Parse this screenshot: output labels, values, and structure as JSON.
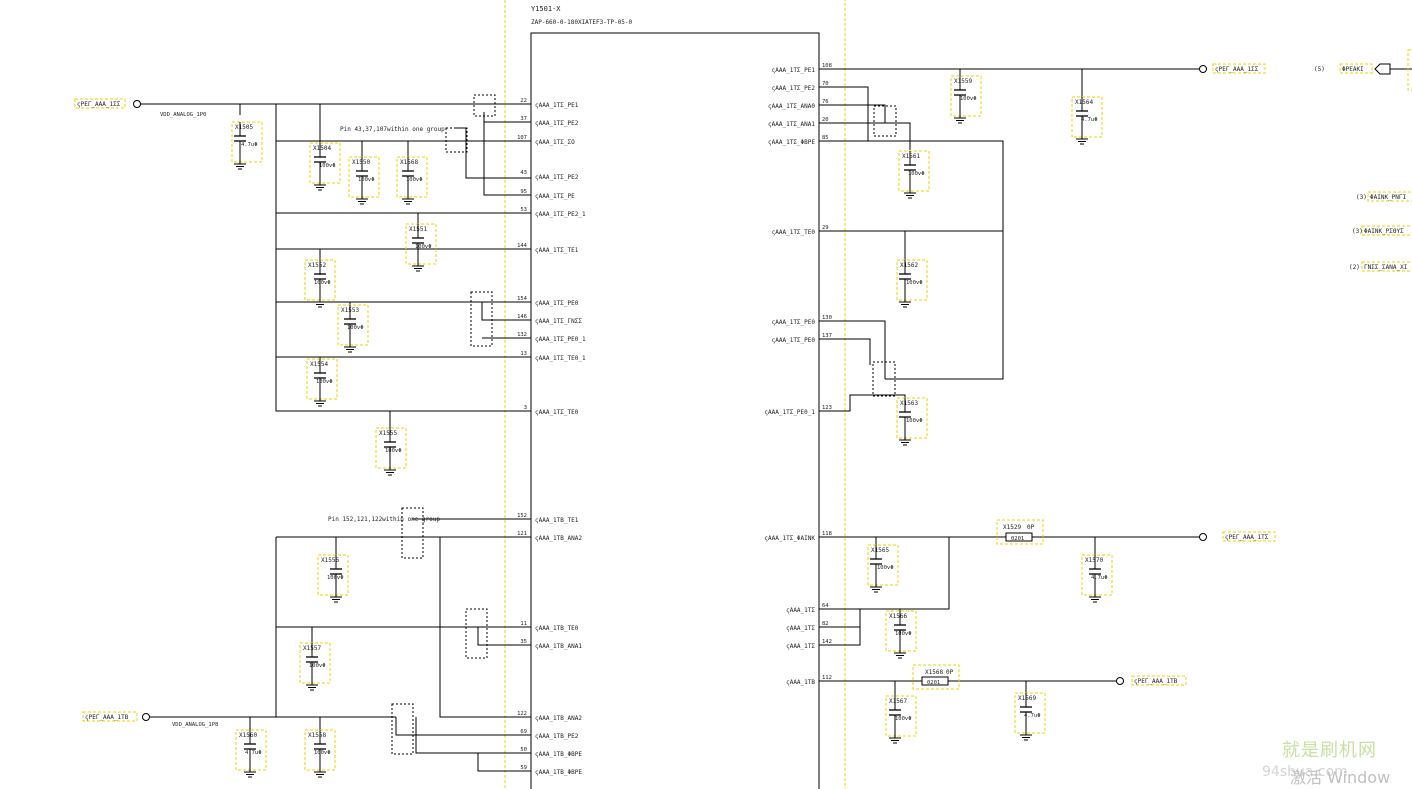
{
  "chip": {
    "ref": "Y1501-X",
    "part": "ZAP-660-0-180XIATEF3-TP-05-0",
    "left_pins": [
      {
        "num": "22",
        "name": "ςΑΑΑ_1ΤΣ_ΡΕ1"
      },
      {
        "num": "37",
        "name": "ςΑΑΑ_1ΤΣ_ΡΕ2"
      },
      {
        "num": "107",
        "name": "ςΑΑΑ_1ΤΣ_ΣΟ"
      },
      {
        "num": "43",
        "name": "ςΑΑΑ_1ΤΣ_ΡΕ2"
      },
      {
        "num": "95",
        "name": "ςΑΑΑ_1ΤΣ_ΡΕ"
      },
      {
        "num": "53",
        "name": "ςΑΑΑ_1ΤΣ_ΡΕ2_1"
      },
      {
        "num": "144",
        "name": "ςΑΑΑ_1ΤΣ_ΤΕ1"
      },
      {
        "num": "154",
        "name": "ςΑΑΑ_1ΤΣ_ΡΕ0"
      },
      {
        "num": "146",
        "name": "ςΑΑΑ_1ΤΣ_ΓΝΣΣ"
      },
      {
        "num": "132",
        "name": "ςΑΑΑ_1ΤΣ_ΡΕ0_1"
      },
      {
        "num": "13",
        "name": "ςΑΑΑ_1ΤΣ_ΤΕ0_1"
      },
      {
        "num": "3",
        "name": "ςΑΑΑ_1ΤΣ_ΤΕ0"
      },
      {
        "num": "152",
        "name": "ςΑΑΑ_1ΤΒ_ΤΕ1"
      },
      {
        "num": "121",
        "name": "ςΑΑΑ_1ΤΒ_ΑΝΑ2"
      },
      {
        "num": "11",
        "name": "ςΑΑΑ_1ΤΒ_ΤΕ0"
      },
      {
        "num": "35",
        "name": "ςΑΑΑ_1ΤΒ_ΑΝΑ1"
      },
      {
        "num": "122",
        "name": "ςΑΑΑ_1ΤΒ_ΑΝΑ2"
      },
      {
        "num": "69",
        "name": "ςΑΑΑ_1ΤΒ_ΡΕ2"
      },
      {
        "num": "50",
        "name": "ςΑΑΑ_1ΤΒ_ΦΒΡΕ"
      },
      {
        "num": "59",
        "name": "ςΑΑΑ_1ΤΒ_ΦΒΡΕ"
      }
    ],
    "right_pins": [
      {
        "num": "108",
        "name": "ςΑΑΑ_1ΤΣ_ΡΕ1"
      },
      {
        "num": "70",
        "name": "ςΑΑΑ_1ΤΣ_ΡΕ2"
      },
      {
        "num": "76",
        "name": "ςΑΑΑ_1ΤΣ_ΑΝΑ0"
      },
      {
        "num": "20",
        "name": "ςΑΑΑ_1ΤΣ_ΑΝΑ1"
      },
      {
        "num": "85",
        "name": "ςΑΑΑ_1ΤΣ_ΦΒΡΕ"
      },
      {
        "num": "29",
        "name": "ςΑΑΑ_1ΤΣ_ΤΕ0"
      },
      {
        "num": "130",
        "name": "ςΑΑΑ_1ΤΣ_ΡΕ0"
      },
      {
        "num": "137",
        "name": "ςΑΑΑ_1ΤΣ_ΡΕ0"
      },
      {
        "num": "123",
        "name": "ςΑΑΑ_1ΤΣ_ΡΕ0_1"
      },
      {
        "num": "118",
        "name": "ςΑΑΑ_1ΤΣ_ΦΑΙΝΚ"
      },
      {
        "num": "64",
        "name": "ςΑΑΑ_1ΤΣ"
      },
      {
        "num": "82",
        "name": "ςΑΑΑ_1ΤΣ"
      },
      {
        "num": "142",
        "name": "ςΑΑΑ_1ΤΣ"
      },
      {
        "num": "112",
        "name": "ςΑΑΑ_1ΤΒ"
      }
    ]
  },
  "nets": {
    "top_left_port": "ςΡΕΓ_ΑΑΑ_1ΣΣ",
    "top_left_net": "VDD_ANALOG_1P0",
    "bottom_left_port": "ςΡΕΓ_ΑΑΑ_1ΤΒ",
    "bottom_left_net": "VDD_ANALOG_1P8",
    "top_right_port": "ςΡΕΓ_ΑΑΑ_1ΣΣ",
    "mid_right_port": "ςΡΕΓ_ΑΑΑ_1ΤΣ",
    "bottom_right_port": "ςΡΕΓ_ΑΑΑ_1ΤΒ"
  },
  "notes": {
    "group1": "Pin 43,37,107within one group",
    "group2": "Pin 152,121,122within one group"
  },
  "offpage": [
    {
      "num": "(5)",
      "label": "ΦΡΕΑΚΙ"
    },
    {
      "num": "(3)",
      "label": "ΦΑΙΝΚ_ΡΝΓΙ"
    },
    {
      "num": "(3)",
      "label": "ΦΑΙΝΚ_ΡΣΘΥΣ"
    },
    {
      "num": "(2)",
      "label": "ΓΝΣΣ_ΣΑΝΑ_ΧΙ"
    }
  ],
  "caps": [
    {
      "ref": "X1505",
      "value": "4.7uΦ"
    },
    {
      "ref": "X1504",
      "value": "100vΦ"
    },
    {
      "ref": "X1550",
      "value": "100vΦ"
    },
    {
      "ref": "X1568",
      "value": "100vΦ"
    },
    {
      "ref": "X1551",
      "value": "100vΦ"
    },
    {
      "ref": "X1552",
      "value": "100vΦ"
    },
    {
      "ref": "X1553",
      "value": "100vΦ"
    },
    {
      "ref": "X1554",
      "value": "100vΦ"
    },
    {
      "ref": "X1555",
      "value": "100vΦ"
    },
    {
      "ref": "X1556",
      "value": "100vΦ"
    },
    {
      "ref": "X1557",
      "value": "100vΦ"
    },
    {
      "ref": "X1560",
      "value": "4.7uΦ"
    },
    {
      "ref": "X1558",
      "value": "100vΦ"
    },
    {
      "ref": "X1559",
      "value": "100vΦ"
    },
    {
      "ref": "X1564",
      "value": "4.7uΦ"
    },
    {
      "ref": "X1561",
      "value": "100vΦ"
    },
    {
      "ref": "X1562",
      "value": "100vΦ"
    },
    {
      "ref": "X1563",
      "value": "100vΦ"
    },
    {
      "ref": "X1565",
      "value": "100vΦ"
    },
    {
      "ref": "X1570",
      "value": "4.7uΦ"
    },
    {
      "ref": "X1566",
      "value": "100vΦ"
    },
    {
      "ref": "X1567",
      "value": "100vΦ"
    },
    {
      "ref": "X1569",
      "value": "4.7uΦ"
    }
  ],
  "resistors": [
    {
      "ref": "X1529",
      "value": "0Ρ",
      "pkg": "0201"
    },
    {
      "ref": "X1568",
      "value": "0Ρ",
      "pkg": "0201"
    }
  ],
  "watermark": {
    "line1": "就是刷机网",
    "line2": "94shua.com",
    "line3": "激活 Window"
  }
}
